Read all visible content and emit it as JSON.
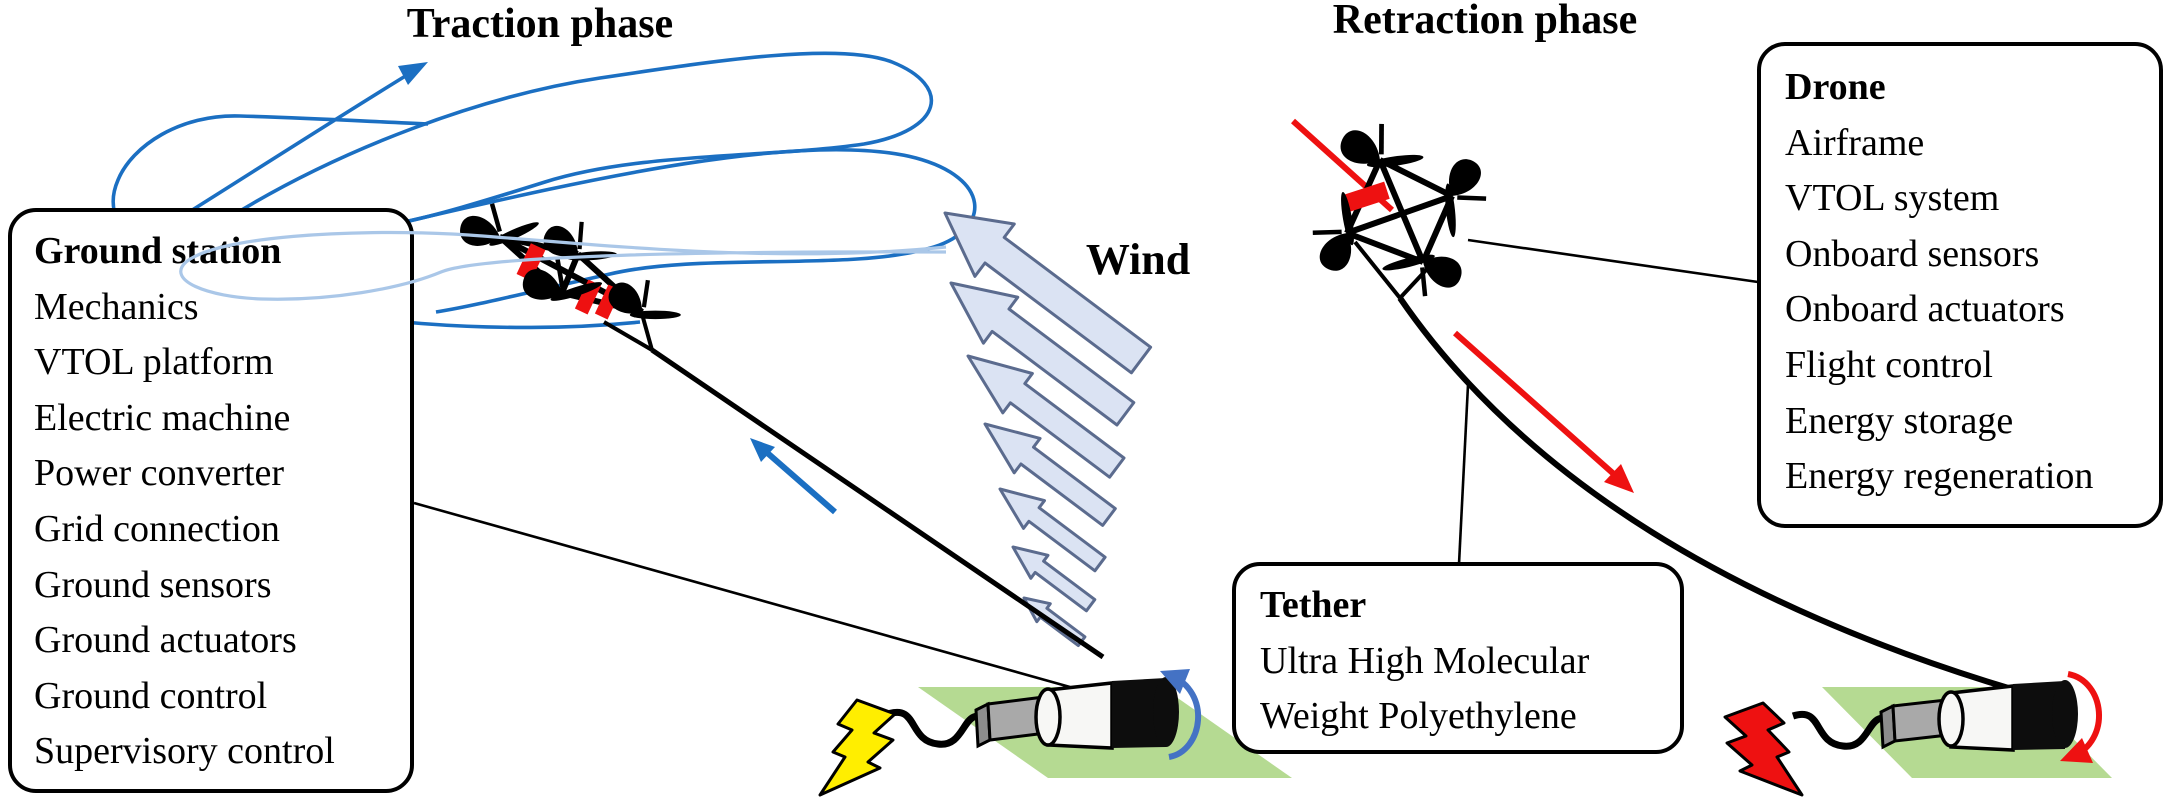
{
  "titles": {
    "traction_phase": "Traction phase",
    "retraction_phase": "Retraction phase",
    "wind_label": "Wind"
  },
  "ground_station_box": {
    "title": "Ground station",
    "items": [
      "Mechanics",
      "VTOL platform",
      "Electric machine",
      "Power converter",
      "Grid connection",
      "Ground sensors",
      "Ground actuators",
      "Ground control",
      "Supervisory control"
    ]
  },
  "drone_box": {
    "title": "Drone",
    "items": [
      "Airframe",
      "VTOL system",
      "Onboard sensors",
      "Onboard actuators",
      "Flight control",
      "Energy storage",
      "Energy regeneration"
    ]
  },
  "tether_box": {
    "title": "Tether",
    "items": [
      "Ultra High Molecular",
      "Weight Polyethylene"
    ]
  },
  "icons": {
    "flight_path": "looping-figure-eight-flight-path",
    "wind": "wind-arrows-up-left",
    "traction_tether_arrow": "blue-arrow-up-left",
    "retraction_tether_arrow": "red-arrow-down-right",
    "left_winch_rotation": "blue-counterclockwise-arrow",
    "right_winch_rotation": "red-clockwise-arrow",
    "power_generated": "yellow-lightning-bolt",
    "power_consumed": "red-lightning-bolt"
  },
  "colors": {
    "flight_path": "#1b6fc2",
    "flight_path_faded": "#aac7e8",
    "wind_arrow_fill": "#dbe3f3",
    "wind_arrow_stroke": "#5b6b8e",
    "rotation_arrow_traction": "#4472c4",
    "retraction_accent": "#ee1111",
    "platform_green": "#b5da92",
    "lightning_yellow": "#ffee00"
  }
}
